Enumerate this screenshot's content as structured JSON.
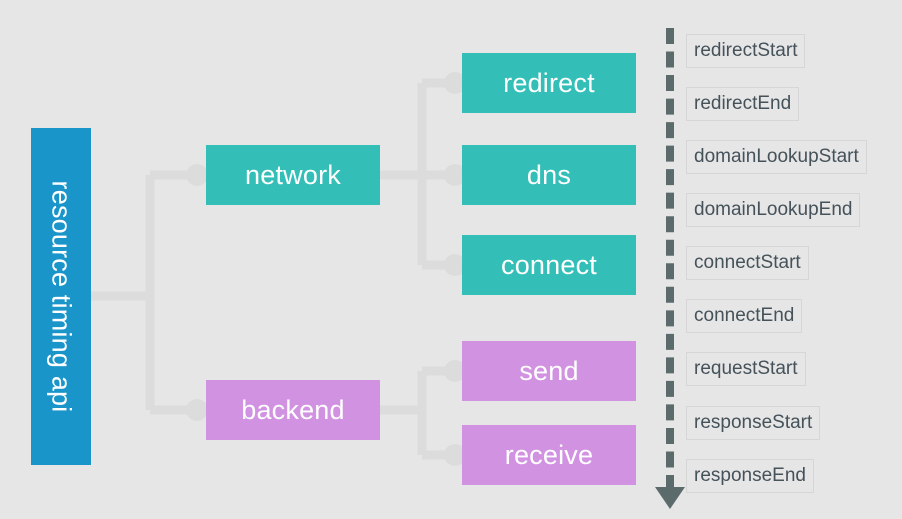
{
  "diagram": {
    "title": "resource timing api",
    "root": {
      "label": "resource timing api",
      "color": "#1a95ca"
    },
    "groups": [
      {
        "label": "network",
        "color": "#33bfb8",
        "children": [
          {
            "label": "redirect",
            "color": "#33bfb8"
          },
          {
            "label": "dns",
            "color": "#33bfb8"
          },
          {
            "label": "connect",
            "color": "#33bfb8"
          }
        ]
      },
      {
        "label": "backend",
        "color": "#d292e2",
        "children": [
          {
            "label": "send",
            "color": "#d292e2"
          },
          {
            "label": "receive",
            "color": "#d292e2"
          }
        ]
      }
    ],
    "timeline": {
      "axis_style": "dashed",
      "axis_color": "#5b6b6b",
      "arrow_direction": "down",
      "labels": [
        {
          "text": "redirectStart"
        },
        {
          "text": "redirectEnd"
        },
        {
          "text": "domainLookupStart"
        },
        {
          "text": "domainLookupEnd"
        },
        {
          "text": "connectStart"
        },
        {
          "text": "connectEnd"
        },
        {
          "text": "requestStart"
        },
        {
          "text": "responseStart"
        },
        {
          "text": "responseEnd"
        }
      ]
    },
    "colors": {
      "background": "#e6e6e6",
      "connector": "#dcdcdc",
      "label_border": "#d6d6d6",
      "label_text": "#45525a"
    }
  }
}
